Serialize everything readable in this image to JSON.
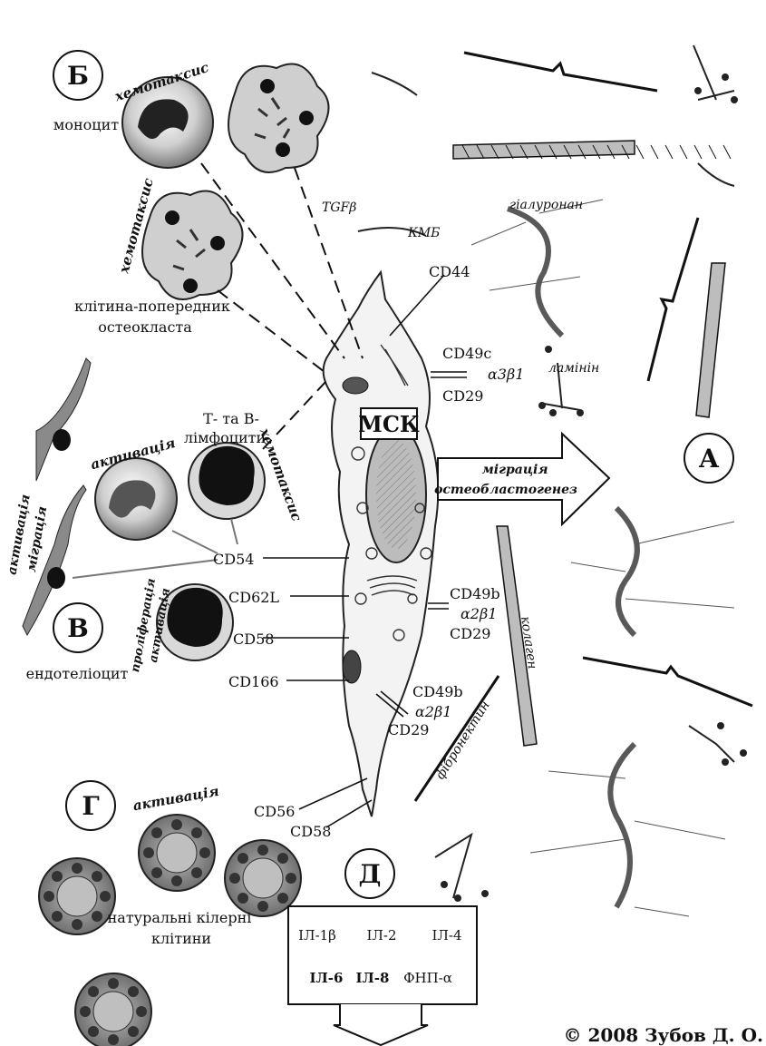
{
  "markers": {
    "A": "А",
    "B": "Б",
    "V": "В",
    "G": "Г",
    "D": "Д"
  },
  "cell_label": "МСК",
  "monocyte": {
    "label": "моноцит",
    "chemotaxis": "хемотаксис"
  },
  "osteoclast": {
    "label_line1": "клітина-попередник",
    "label_line2": "остеокласта",
    "chemotaxis": "хемотаксис"
  },
  "lymphocytes": {
    "label_line1": "Т- та В-",
    "label_line2": "лімфоцити",
    "chemotaxis": "хемотаксис",
    "activation": "активація",
    "proliferation": "проліферація",
    "activation2": "активація"
  },
  "endothelium": {
    "label": "ендотеліоцит",
    "activation": "активація",
    "migration": "міграція"
  },
  "nk": {
    "label_line1": "натуральні кілерні",
    "label_line2": "клітини",
    "activation": "активація"
  },
  "arrow": {
    "line1": "міграція",
    "line2": "остеобластогенез"
  },
  "matrix": {
    "tgf": "TGFβ",
    "kmb": "КМБ",
    "hyaluronan": "гіалуронан",
    "laminin": "ламінін",
    "collagen": "колаген",
    "fibronectin": "фібронектин"
  },
  "markers_cd": {
    "cd44": "CD44",
    "cd49c": "CD49c",
    "a3b1": "α3β1",
    "cd29a": "CD29",
    "cd54": "CD54",
    "cd62l": "CD62L",
    "cd49b_a": "CD49b",
    "a2b1_a": "α2β1",
    "cd29b": "CD29",
    "cd58a": "CD58",
    "cd166": "CD166",
    "cd49b_b": "CD49b",
    "a2b1_b": "α2β1",
    "cd29c": "CD29",
    "cd56": "CD56",
    "cd58b": "CD58"
  },
  "cytokines": {
    "il1": "ІЛ-1β",
    "il2": "ІЛ-2",
    "il4": "ІЛ-4",
    "il6": "ІЛ-6",
    "il8": "ІЛ-8",
    "tnf": "ФНП-α"
  },
  "copyright": "© 2008 Зубов Д. О."
}
